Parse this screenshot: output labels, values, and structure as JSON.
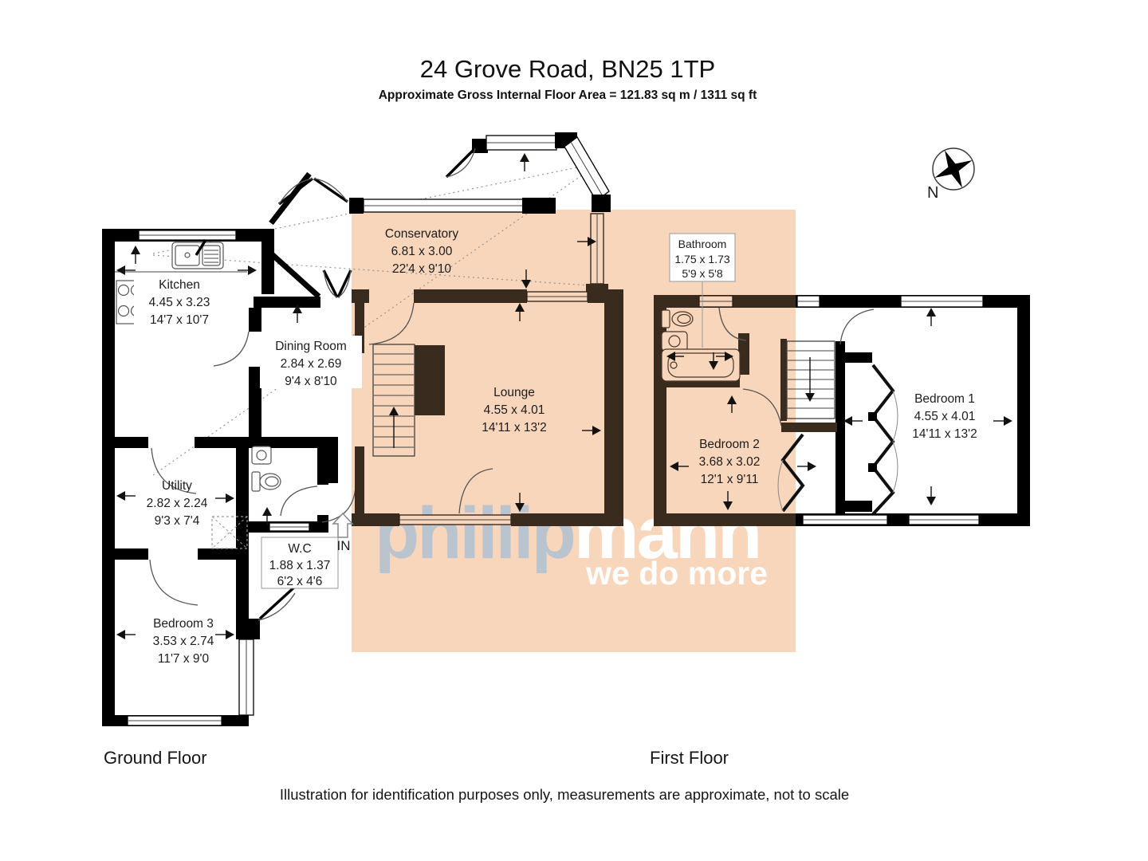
{
  "header": {
    "title": "24 Grove Road, BN25 1TP",
    "subtitle": "Approximate Gross Internal Floor Area = 121.83 sq m / 1311 sq ft"
  },
  "rooms": {
    "kitchen": {
      "name": "Kitchen",
      "metric": "4.45 x 3.23",
      "imperial": "14'7 x 10'7"
    },
    "dining_room": {
      "name": "Dining Room",
      "metric": "2.84 x 2.69",
      "imperial": "9'4 x 8'10"
    },
    "conservatory": {
      "name": "Conservatory",
      "metric": "6.81 x 3.00",
      "imperial": "22'4 x 9'10"
    },
    "lounge": {
      "name": "Lounge",
      "metric": "4.55 x 4.01",
      "imperial": "14'11 x 13'2"
    },
    "utility": {
      "name": "Utility",
      "metric": "2.82 x 2.24",
      "imperial": "9'3 x 7'4"
    },
    "wc": {
      "name": "W.C",
      "metric": "1.88 x 1.37",
      "imperial": "6'2 x 4'6"
    },
    "bedroom3": {
      "name": "Bedroom 3",
      "metric": "3.53 x 2.74",
      "imperial": "11'7 x 9'0"
    },
    "bathroom": {
      "name": "Bathroom",
      "metric": "1.75 x 1.73",
      "imperial": "5'9 x 5'8"
    },
    "bedroom2": {
      "name": "Bedroom 2",
      "metric": "3.68 x 3.02",
      "imperial": "12'1 x 9'11"
    },
    "bedroom1": {
      "name": "Bedroom 1",
      "metric": "4.55 x 4.01",
      "imperial": "14'11 x 13'2"
    }
  },
  "floors": {
    "ground": "Ground Floor",
    "first": "First Floor"
  },
  "entrance": {
    "label": "IN"
  },
  "compass": {
    "label": "N"
  },
  "watermark": {
    "brand_left": "phillip",
    "brand_right": "mann",
    "tagline": "we do more"
  },
  "footer": {
    "disclaimer": "Illustration for identification purposes only, measurements are approximate, not to scale"
  },
  "colors": {
    "overlay": "#f8d6bc",
    "wall": "#000000",
    "wall_tinted": "#3a2b1f",
    "watermark_grey": "#b9c4ce",
    "watermark_white": "#ffffff"
  }
}
